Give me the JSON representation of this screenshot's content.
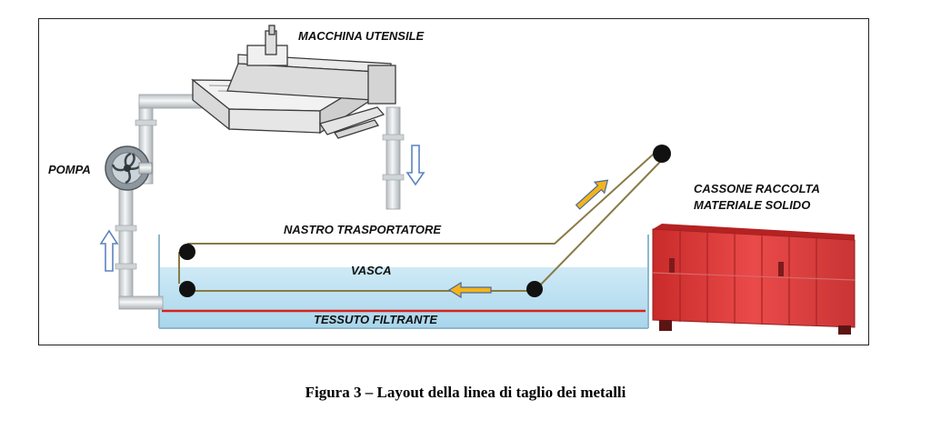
{
  "labels": {
    "machine": "MACCHINA UTENSILE",
    "pump": "POMPA",
    "conveyor": "NASTRO TRASPORTATORE",
    "tank": "VASCA",
    "filter": "TESSUTO FILTRANTE",
    "container_line1": "CASSONE RACCOLTA",
    "container_line2": "MATERIALE SOLIDO"
  },
  "caption": "Figura 3 – Layout della linea di taglio dei metalli",
  "colors": {
    "water": "#bfe2f2",
    "filter_line": "#d8211c",
    "belt": "#8a7a45",
    "arrow_yellow": "#f3b41b",
    "arrow_blue": "#5b83bf",
    "container": "#e43b3b",
    "pipe": "#d9dde0"
  },
  "icons": [
    "machine-tool-illustration",
    "pump-icon",
    "container-illustration",
    "roller-icon",
    "flow-arrow-icon"
  ]
}
